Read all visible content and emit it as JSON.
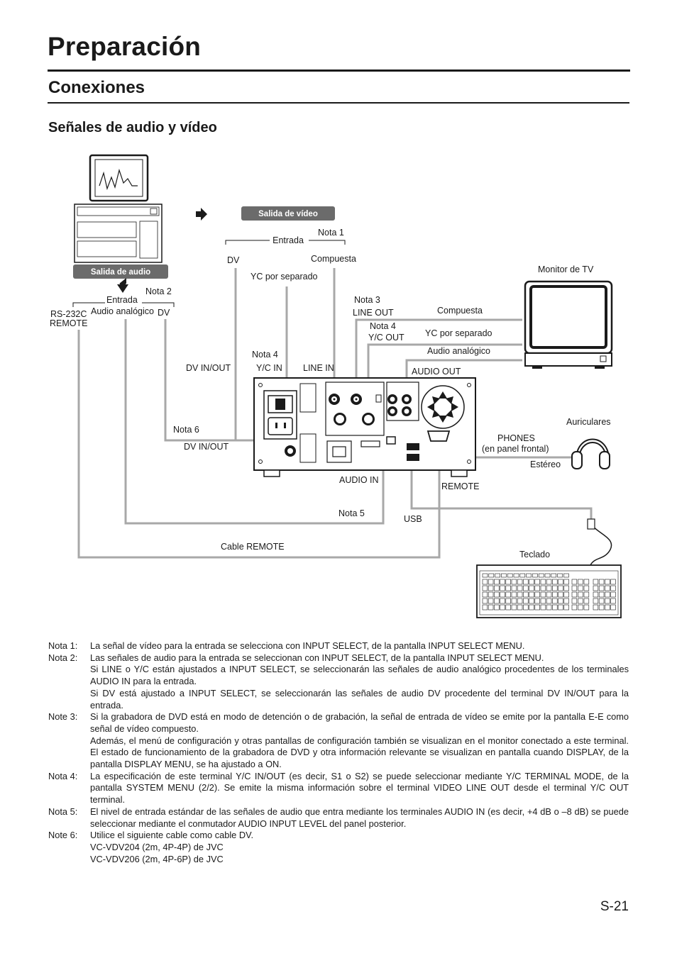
{
  "header": {
    "title": "Preparación",
    "section": "Conexiones",
    "subsection": "Señales de audio y vídeo"
  },
  "diagram": {
    "video_output_badge": "Salida de vídeo",
    "audio_output_badge": "Salida de audio",
    "entrada_video": "Entrada",
    "nota1": "Nota 1",
    "dv_top": "DV",
    "compuesta_top": "Compuesta",
    "yc_separado_top": "YC por separado",
    "entrada_audio": "Entrada",
    "nota2": "Nota 2",
    "audio_analogico_left": "Audio analógico",
    "dv_left": "DV",
    "rs232c": "RS-232C",
    "remote_left": "REMOTE",
    "monitor_tv": "Monitor de TV",
    "nota3": "Nota 3",
    "line_out": "LINE OUT",
    "compuesta_right": "Compuesta",
    "nota4_right": "Nota 4",
    "yc_out": "Y/C OUT",
    "yc_separado_right": "YC por separado",
    "audio_analogico_right": "Audio analógico",
    "nota4_left": "Nota 4",
    "dv_in_out_top": "DV IN/OUT",
    "yc_in": "Y/C IN",
    "line_in": "LINE IN",
    "audio_out": "AUDIO OUT",
    "nota6": "Nota 6",
    "dv_in_out_bottom": "DV IN/OUT",
    "auriculares": "Auriculares",
    "phones": "PHONES",
    "panel_frontal": "(en panel frontal)",
    "estereo": "Estéreo",
    "audio_in": "AUDIO IN",
    "remote_right": "REMOTE",
    "nota5": "Nota 5",
    "usb": "USB",
    "cable_remote": "Cable REMOTE",
    "teclado": "Teclado"
  },
  "notes": [
    {
      "label": "Nota 1:",
      "paragraphs": [
        "La señal de vídeo para la entrada se selecciona con INPUT SELECT, de la pantalla INPUT SELECT MENU."
      ]
    },
    {
      "label": "Nota 2:",
      "paragraphs": [
        "Las señales de audio para la entrada se seleccionan con INPUT SELECT, de la pantalla INPUT SELECT MENU.",
        "Si LINE o Y/C están ajustados a INPUT SELECT, se seleccionarán las señales de audio analógico procedentes de los terminales AUDIO IN para la entrada.",
        "Si DV está ajustado a INPUT SELECT, se seleccionarán las señales de audio DV procedente del terminal DV IN/OUT para la entrada."
      ]
    },
    {
      "label": "Note 3:",
      "paragraphs": [
        "Si la grabadora de DVD está en modo de detención o de grabación, la señal de entrada de vídeo se emite por la pantalla E-E como señal de vídeo compuesto.",
        "Además, el menú de configuración y otras pantallas de configuración también se visualizan en el monitor conectado a este terminal. El estado de funcionamiento de la grabadora de DVD y otra información relevante se visualizan en pantalla cuando DISPLAY, de la pantalla DISPLAY MENU, se ha ajustado a ON."
      ]
    },
    {
      "label": "Nota 4:",
      "paragraphs": [
        "La especificación de este terminal Y/C IN/OUT (es decir, S1 o S2) se puede seleccionar mediante Y/C TERMINAL MODE, de la pantalla SYSTEM MENU (2/2). Se emite la misma información sobre el terminal VIDEO LINE OUT desde el terminal Y/C OUT terminal."
      ]
    },
    {
      "label": "Nota 5:",
      "paragraphs": [
        "El nivel de entrada estándar de las señales de audio que entra mediante los terminales AUDIO IN (es decir, +4 dB o –8 dB) se puede seleccionar mediante el conmutador AUDIO INPUT LEVEL del panel posterior."
      ]
    },
    {
      "label": "Note 6:",
      "paragraphs": [
        "Utilice el siguiente cable como cable DV.",
        "VC-VDV204 (2m, 4P-4P) de JVC",
        "VC-VDV206 (2m, 4P-6P) de JVC"
      ]
    }
  ],
  "page_number": "S-21"
}
